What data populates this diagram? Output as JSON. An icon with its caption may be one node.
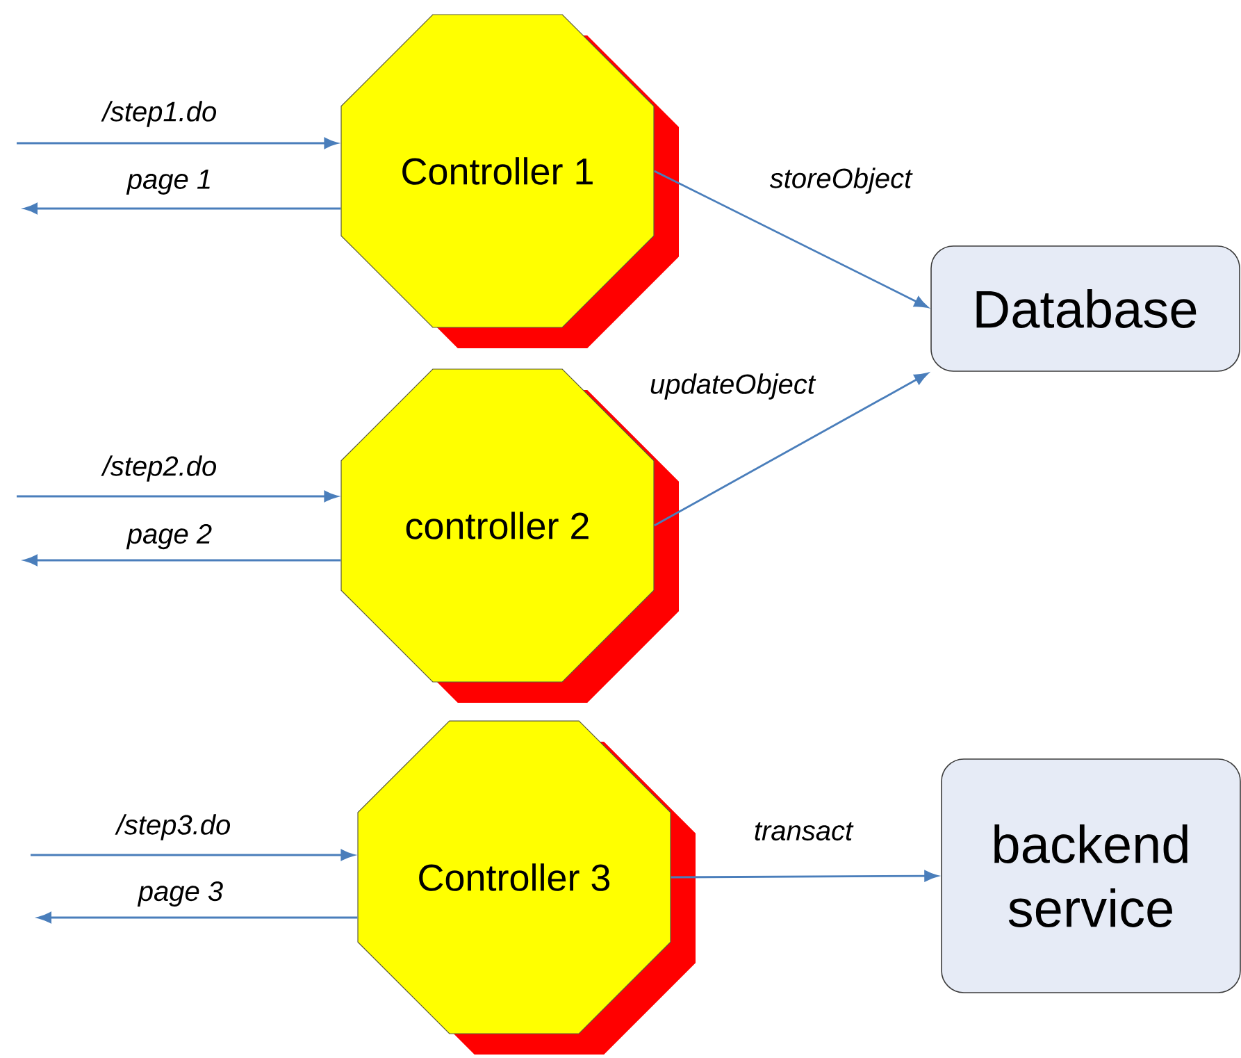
{
  "diagram": {
    "nodes": [
      {
        "text": [
          "Controller 1"
        ]
      },
      {
        "text": [
          "controller 2"
        ]
      },
      {
        "text": [
          "Controller 3"
        ]
      },
      {
        "text": [
          "Database"
        ]
      },
      {
        "text": [
          "backend service"
        ]
      }
    ],
    "edges": [
      {
        "from": null,
        "to": 0,
        "arrow": "to",
        "label": "/step1.do"
      },
      {
        "from": 0,
        "to": null,
        "arrow": "to",
        "label": "page 1"
      },
      {
        "from": null,
        "to": 1,
        "arrow": "to",
        "label": "/step2.do"
      },
      {
        "from": 1,
        "to": null,
        "arrow": "to",
        "label": "page 2"
      },
      {
        "from": null,
        "to": 2,
        "arrow": "to",
        "label": "/step3.do"
      },
      {
        "from": 2,
        "to": null,
        "arrow": "to",
        "label": "page 3"
      },
      {
        "from": 0,
        "to": 3,
        "arrow": "to",
        "label": "storeObject"
      },
      {
        "from": 1,
        "to": 3,
        "arrow": "to",
        "label": "updateObject"
      },
      {
        "from": 2,
        "to": 4,
        "arrow": "to",
        "label": "transact"
      }
    ]
  }
}
